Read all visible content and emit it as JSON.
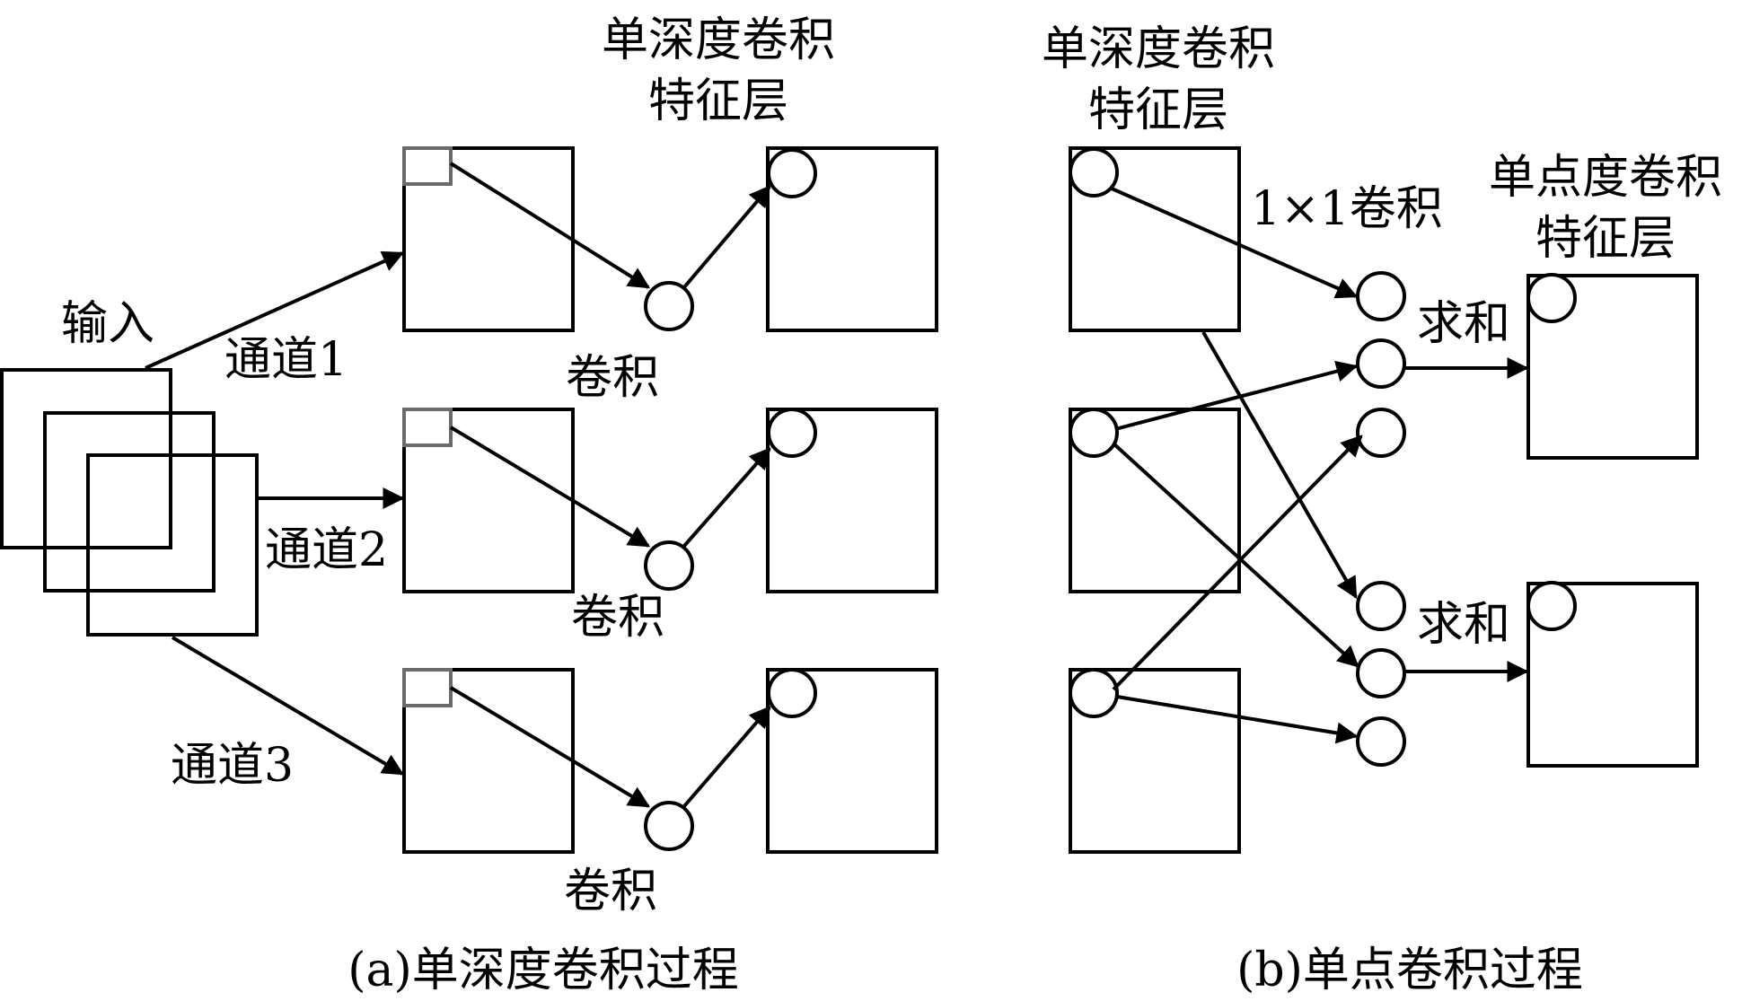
{
  "labels": {
    "input": "输入",
    "channel1": "通道1",
    "channel2": "通道2",
    "channel3": "通道3",
    "conv": "卷积",
    "dw_feature_line1": "单深度卷积",
    "dw_feature_line2": "特征层",
    "one_by_one_conv": "1×1卷积",
    "pw_feature_line1": "单点度卷积",
    "pw_feature_line2": "特征层",
    "sum": "求和"
  },
  "captions": {
    "a": "(a)单深度卷积过程",
    "b": "(b)单点卷积过程"
  }
}
